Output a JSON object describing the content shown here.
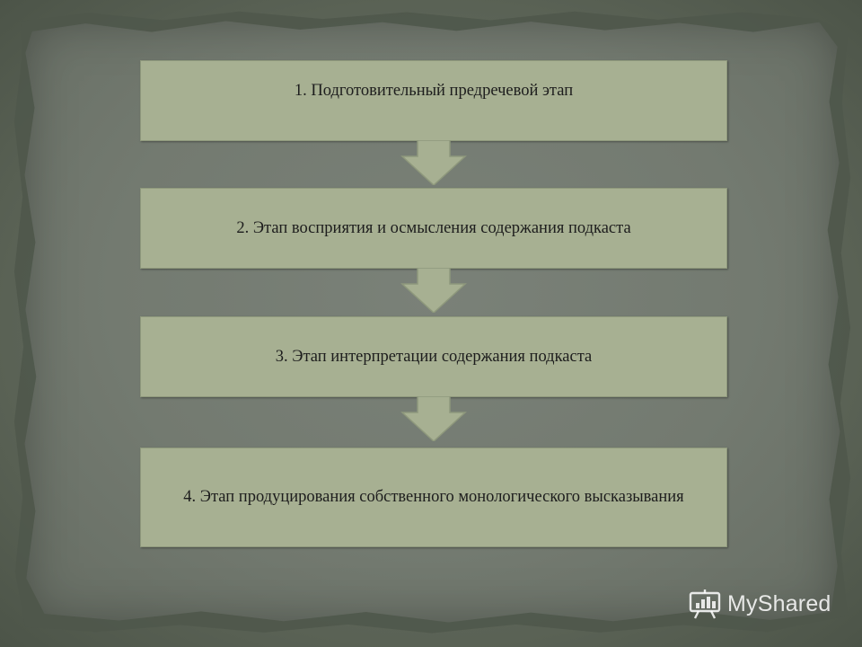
{
  "diagram": {
    "steps": [
      {
        "text": "1. Подготовительный предречевой этап"
      },
      {
        "text": "2. Этап восприятия и осмысления содержания подкаста"
      },
      {
        "text": "3. Этап интерпретации содержания подкаста"
      },
      {
        "text": "4. Этап продуцирования собственного монологического высказывания"
      }
    ]
  },
  "watermark": {
    "text": "MyShared",
    "icon": "presentation-board-icon"
  },
  "colors": {
    "box_fill": "#a7b092",
    "arrow_fill": "#a7b092",
    "background": "#5d6658",
    "text": "#1d1d1d"
  }
}
